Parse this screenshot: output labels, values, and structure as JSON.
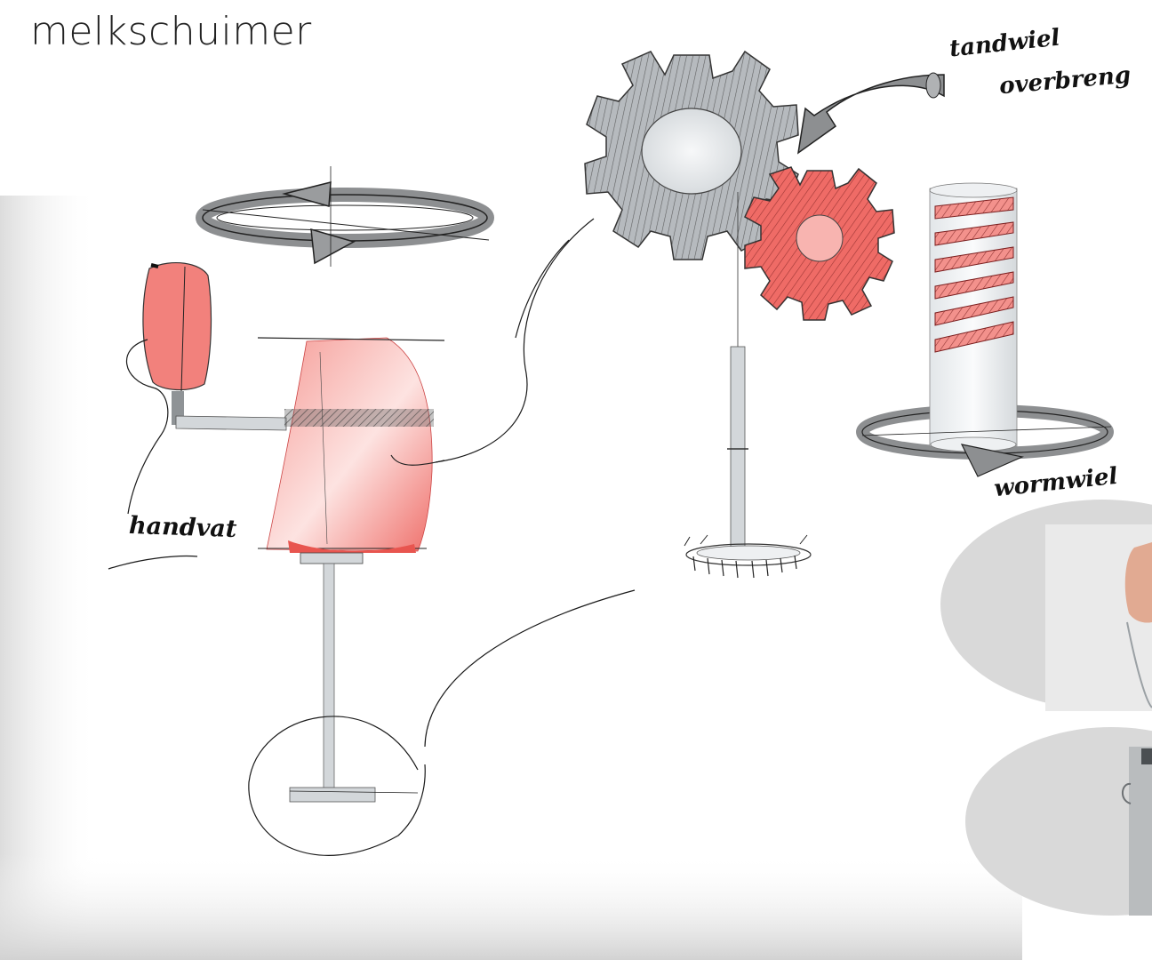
{
  "title": "melkschuimer",
  "labels": {
    "handvat": "handvat",
    "tandwiel_line1": "tandwiel",
    "tandwiel_line2": "overbreng",
    "wormwiel": "wormwiel"
  },
  "colors": {
    "accent_red": "#ef6b66",
    "light_red": "#f8b4b0",
    "gear_grey": "#b6babe",
    "arrow_grey": "#8d8f91",
    "shaft_grey": "#d3d7da",
    "ink": "#1a1a1a"
  }
}
